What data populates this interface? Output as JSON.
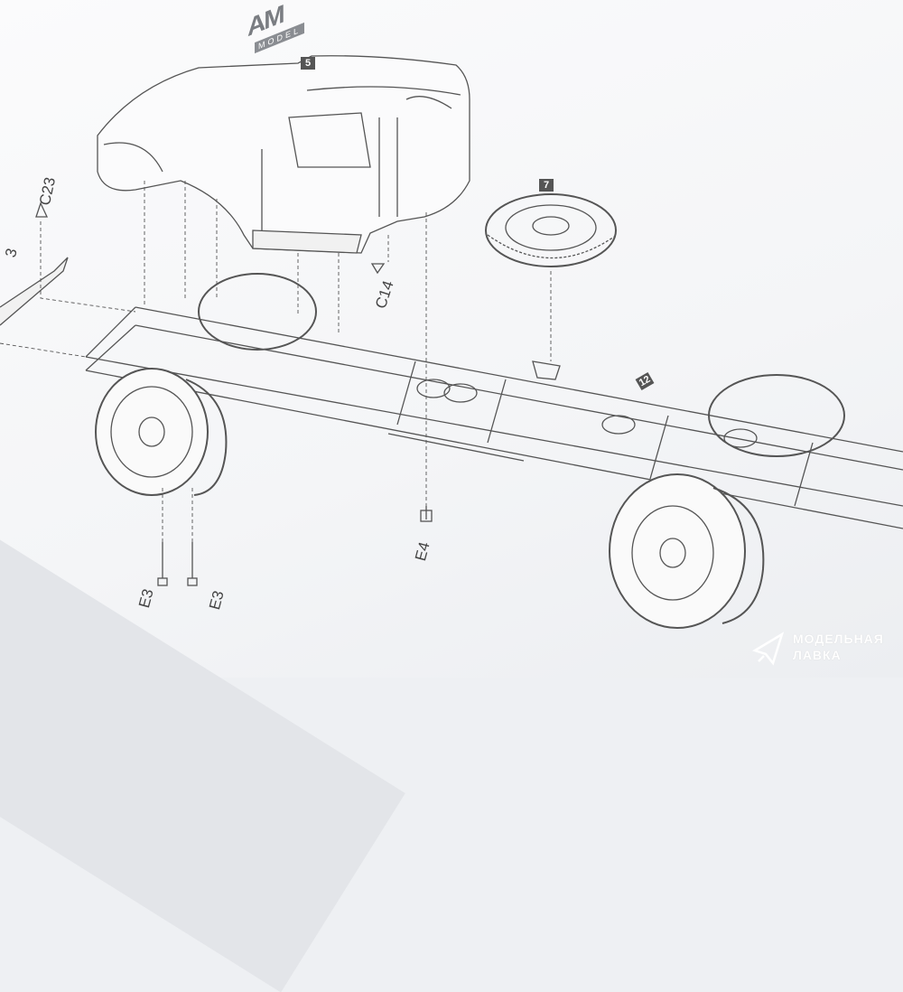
{
  "logo": {
    "main": "AM",
    "sub": "MODEL"
  },
  "steps": {
    "cab": "5",
    "spare_wheel": "7",
    "chassis": "12"
  },
  "parts": {
    "c23": "C23",
    "c14": "C14",
    "e3_left": "E3",
    "e3_right": "E3",
    "e4": "E4",
    "edge_part": "3"
  },
  "watermark": {
    "line1": "МОДЕЛЬНАЯ",
    "line2": "ЛАВКА"
  }
}
